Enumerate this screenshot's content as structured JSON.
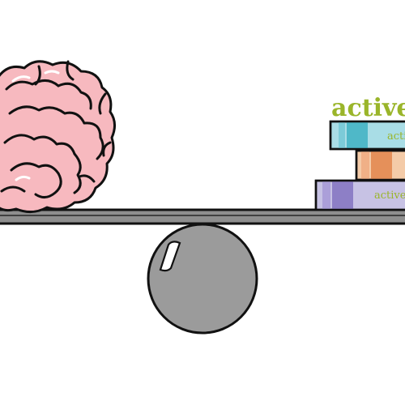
{
  "illustration": {
    "brand_heading": "active",
    "books": [
      {
        "label": "acti",
        "cover": "#a9dde6",
        "band": "#4fb8c8"
      },
      {
        "label": "",
        "cover": "#f4cba8",
        "band": "#e5905a"
      },
      {
        "label": "active",
        "cover": "#c7c2e4",
        "band": "#8d7fc6"
      }
    ]
  },
  "colors": {
    "brand_green": "#9ab52a",
    "brain_fill": "#f7b9bf",
    "brain_outline": "#111111",
    "plank": "#8e8e8e",
    "ball": "#9b9b9b"
  }
}
